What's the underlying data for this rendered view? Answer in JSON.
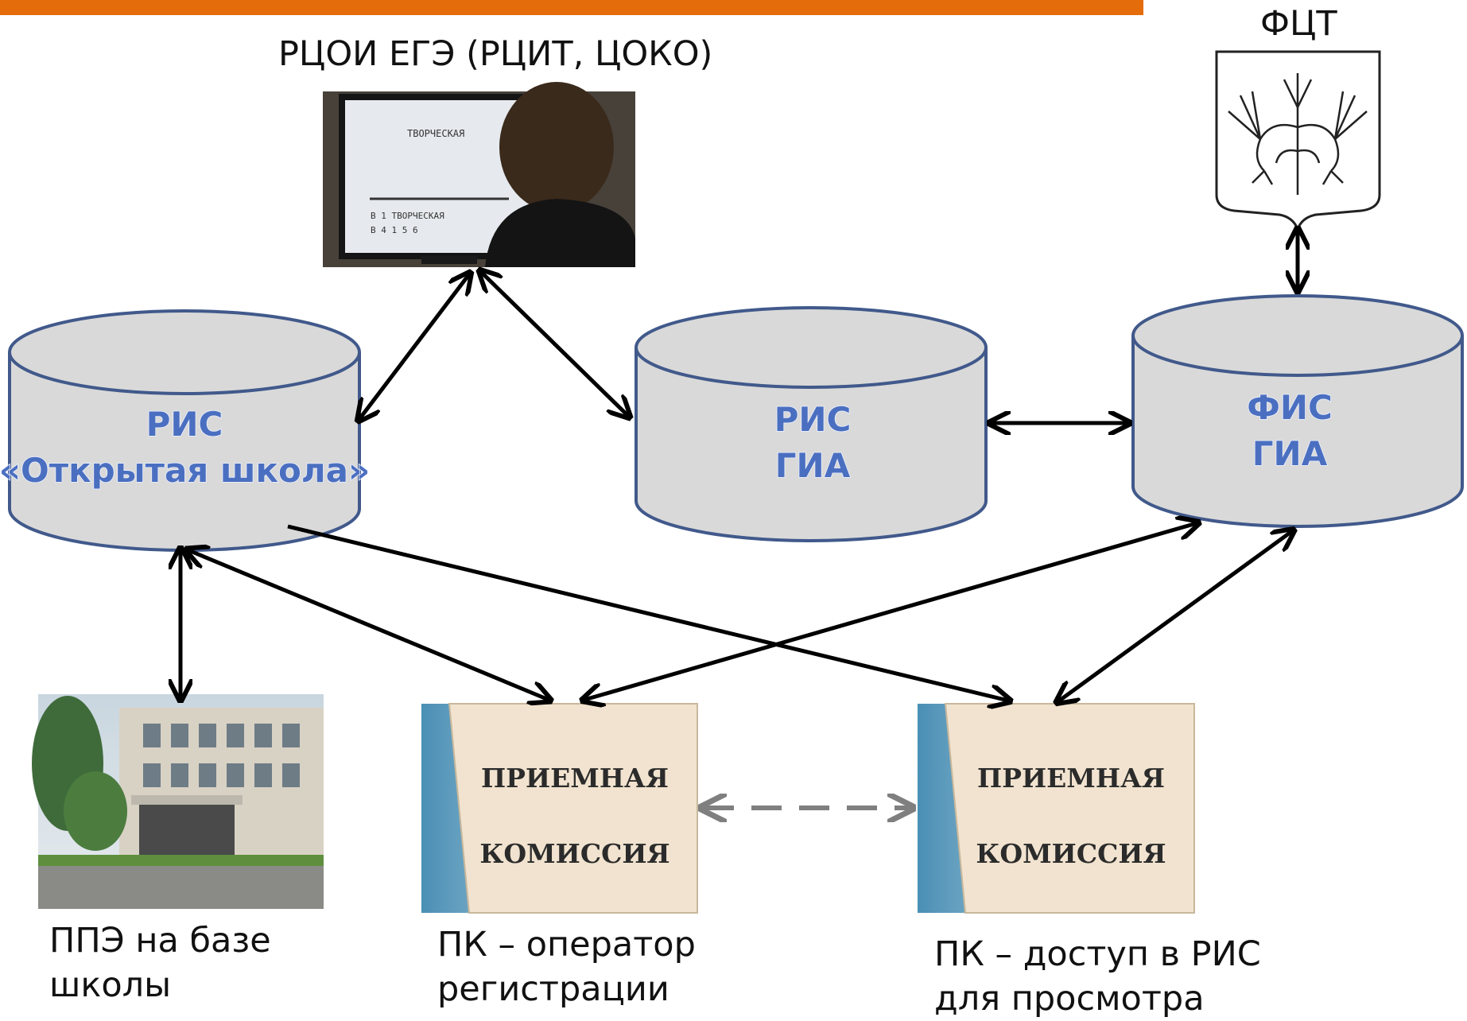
{
  "captions": {
    "rcoi": "РЦОИ ЕГЭ (РЦИТ, ЦОКО)",
    "fct": "ФЦТ",
    "ppe_line1": "ППЭ на базе",
    "ppe_line2": "школы",
    "pk_operator_line1": "ПК – оператор",
    "pk_operator_line2": "регистрации",
    "pk_access_line1": "ПК – доступ в РИС",
    "pk_access_line2": "для просмотра"
  },
  "databases": {
    "ris_open_school": {
      "line1": "РИС",
      "line2": "«Открытая школа»"
    },
    "ris_gia": {
      "line1": "РИС",
      "line2": "ГИА"
    },
    "fis_gia": {
      "line1": "ФИС",
      "line2": "ГИА"
    }
  },
  "photos": {
    "sign_line1": "ПРИЕМНАЯ",
    "sign_line2": "КОМИССИЯ",
    "screen_word": "ТВОРЧЕСКАЯ",
    "screen_answer": "В  1  ТВОРЧЕСКАЯ",
    "screen_digits": "В  4 1 5 6"
  },
  "colors": {
    "accent_bar": "#e46c0a",
    "cylinder_fill": "#d9d9d9",
    "cylinder_stroke": "#41598b",
    "db_label": "#4b6fc0",
    "arrow": "#000000",
    "dashed_arrow": "#7f7f7f"
  }
}
